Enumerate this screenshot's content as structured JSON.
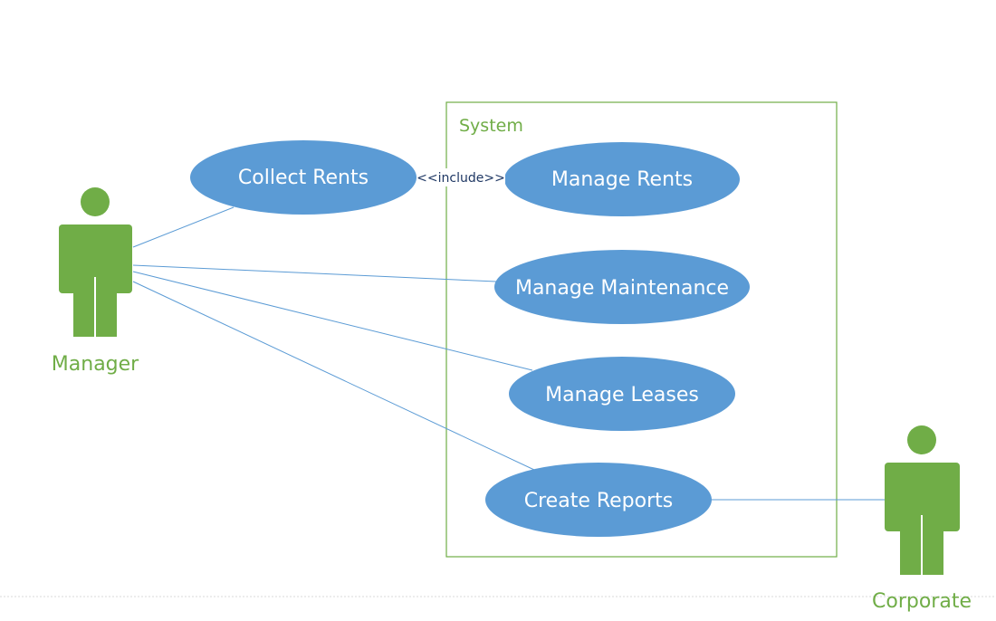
{
  "colors": {
    "actor": "#70ad47",
    "usecase_fill": "#5b9bd5",
    "line": "#5b9bd5",
    "system_border": "#70ad47",
    "system_label": "#70ad47",
    "relation_label": "#1f3864"
  },
  "system": {
    "label": "System"
  },
  "actors": [
    {
      "id": "manager",
      "label": "Manager"
    },
    {
      "id": "corporate",
      "label": "Corporate"
    }
  ],
  "use_cases": [
    {
      "id": "collect-rents",
      "label": "Collect Rents"
    },
    {
      "id": "manage-rents",
      "label": "Manage Rents"
    },
    {
      "id": "manage-maintenance",
      "label": "Manage Maintenance"
    },
    {
      "id": "manage-leases",
      "label": "Manage Leases"
    },
    {
      "id": "create-reports",
      "label": "Create Reports"
    }
  ],
  "relations": [
    {
      "from": "collect-rents",
      "to": "manage-rents",
      "label": "<<include>>"
    }
  ]
}
